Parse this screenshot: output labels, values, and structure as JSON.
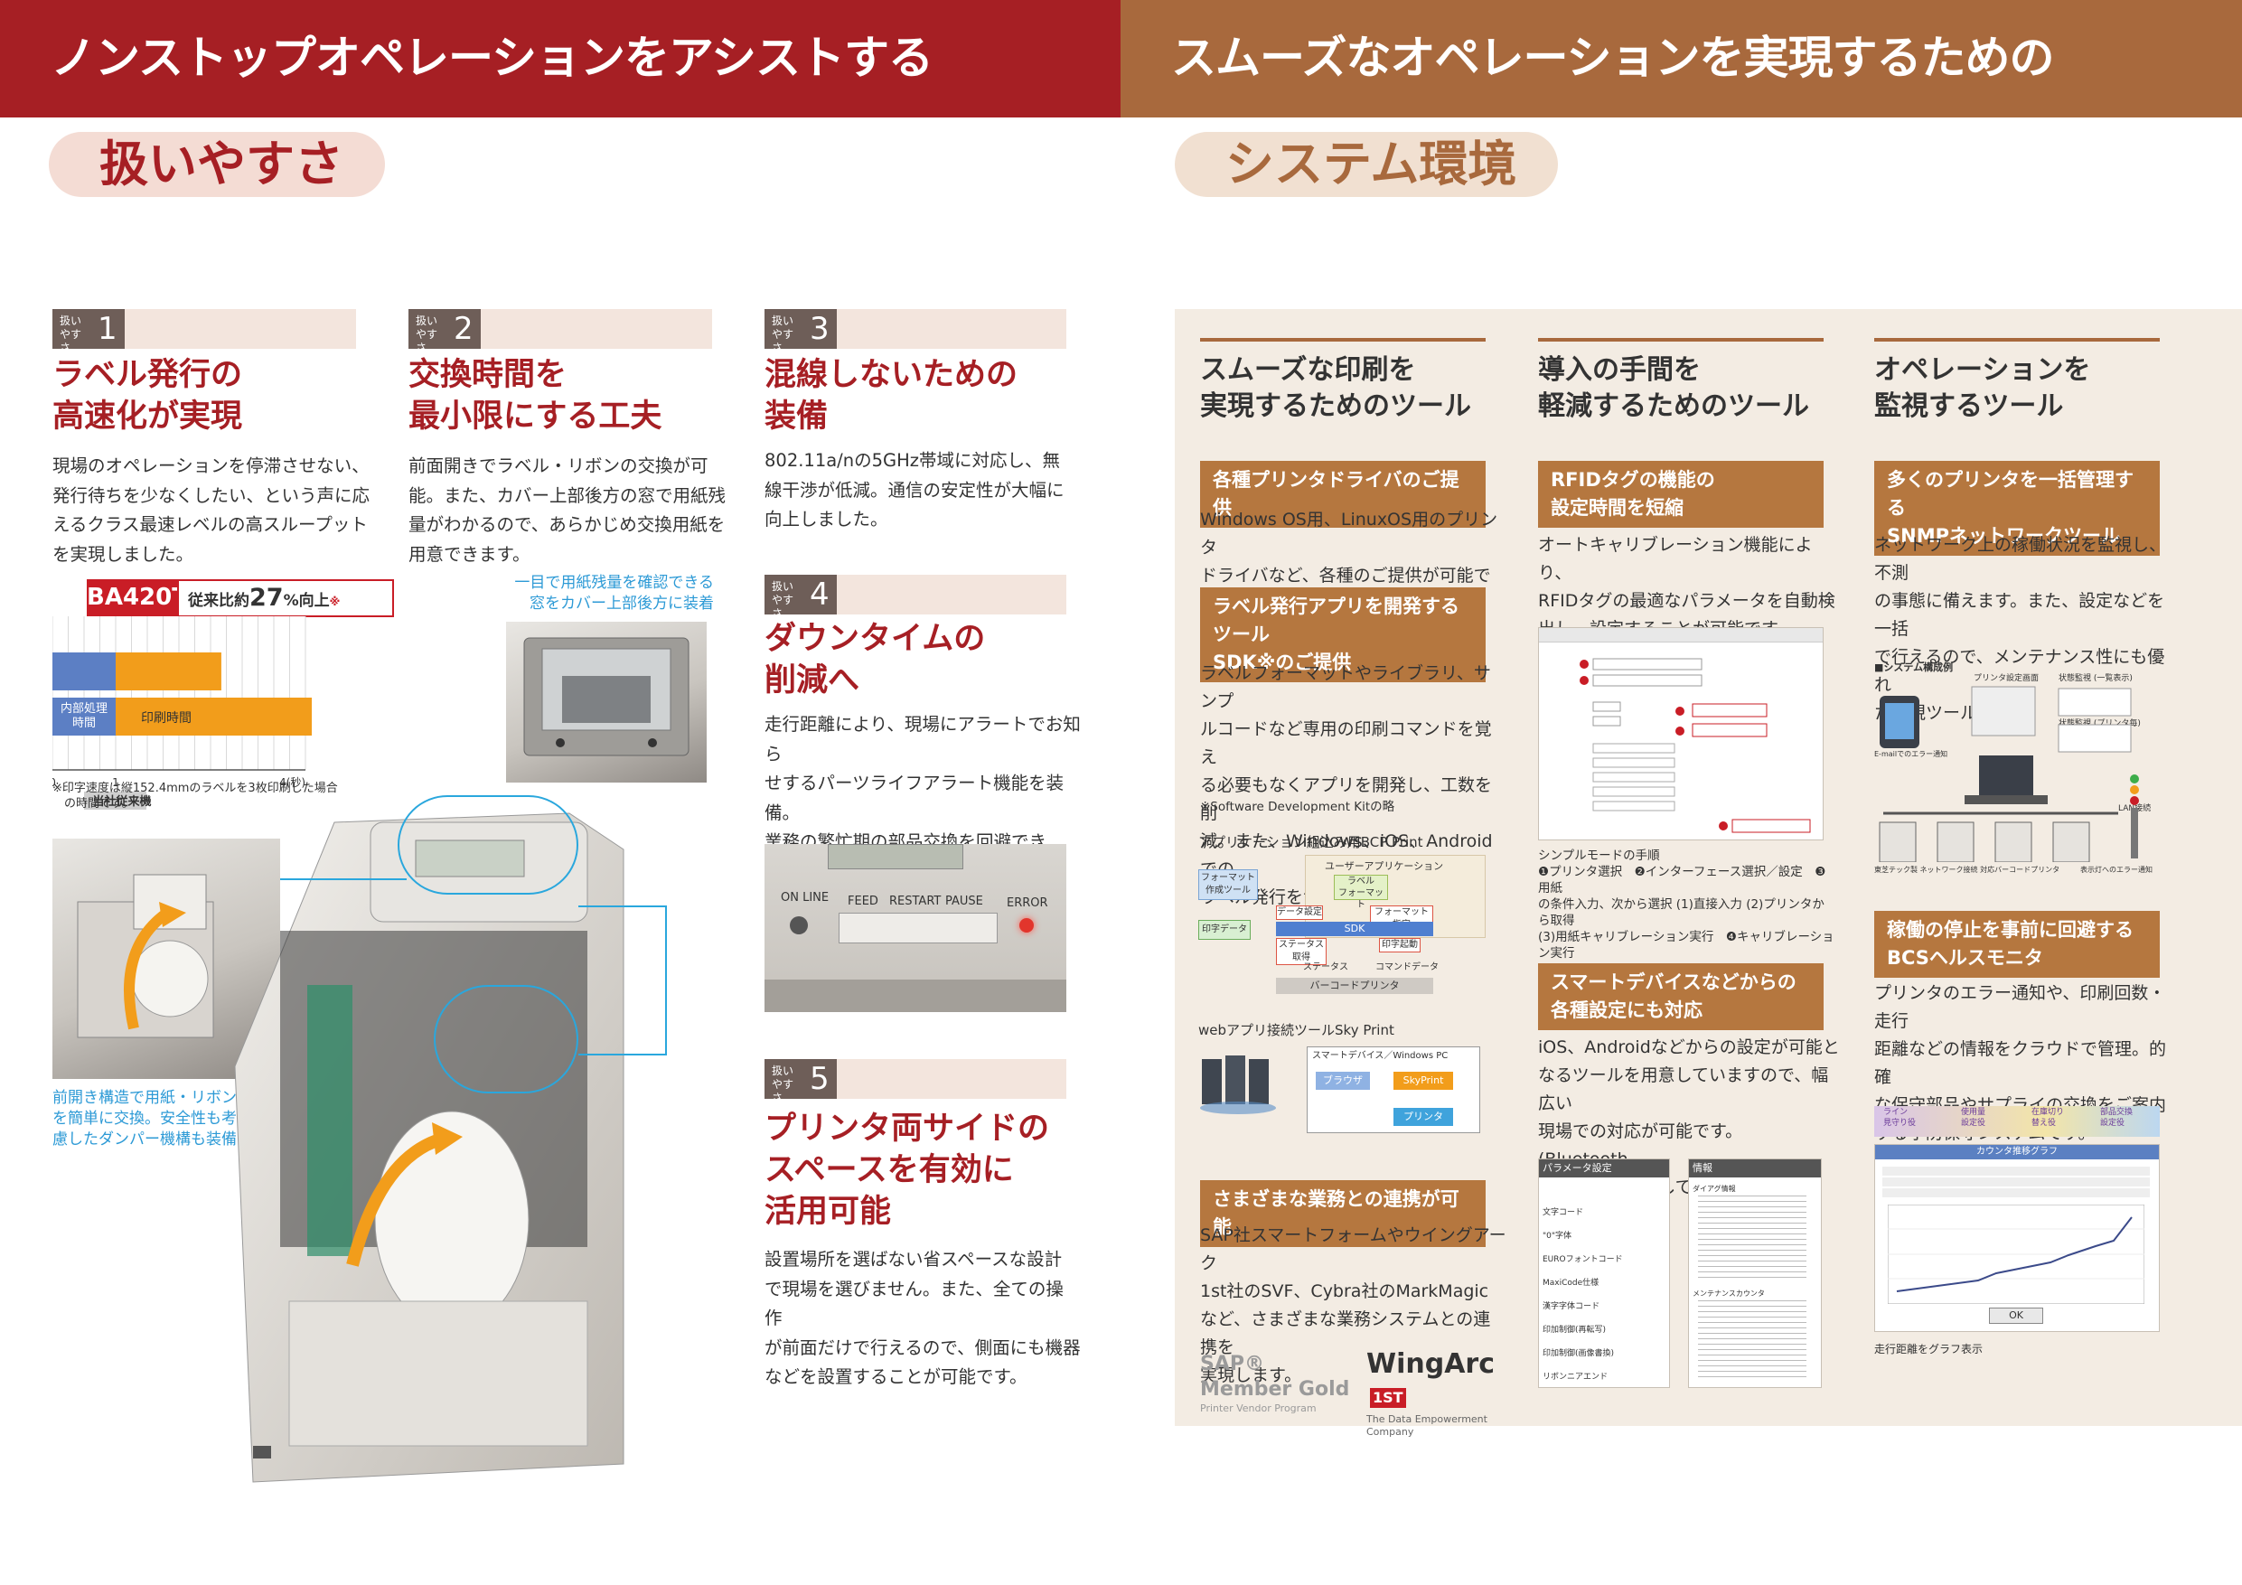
{
  "left": {
    "header": "ノンストップオペレーションをアシストする",
    "pill": "扱いやすさ",
    "tag_label": "扱い\nやすさ",
    "sections": [
      {
        "num": "1",
        "title": "ラベル発行の\n高速化が実現",
        "text": "現場のオペレーションを停滞させない、\n発行待ちを少なくしたい、という声に応\nえるクラス最速レベルの高スループット\nを実現しました。"
      },
      {
        "num": "2",
        "title": "交換時間を\n最小限にする工夫",
        "text": "前面開きでラベル・リボンの交換が可\n能。また、カバー上部後方の窓で用紙残\n量がわかるので、あらかじめ交換用紙を\n用意できます。"
      },
      {
        "num": "3",
        "title": "混線しないための\n装備",
        "text": "802.11a/nの5GHz帯域に対応し、無\n線干渉が低減。通信の安定性が大幅に\n向上しました。"
      },
      {
        "num": "4",
        "title": "ダウンタイムの\n削減へ",
        "text": "走行距離により、現場にアラートでお知ら\nせするパーツライフアラート機能を装備。\n業務の繁忙期の部品交換を回避でき、\nダウンタイムの短縮が可能です。"
      },
      {
        "num": "5",
        "title": "プリンタ両サイドの\nスペースを有効に\n活用可能",
        "text": "設置場所を選ばない省スペースな設計\nで現場を選びません。また、全ての操作\nが前面だけで行えるので、側面にも機器\nなどを設置することが可能です。"
      }
    ],
    "callout_window": "一目で用紙残量を確認できる\n窓をカバー上部後方に装着",
    "callout_front": "前開き構造で用紙・リボン\nを簡単に交換。安全性も考\n慮したダンパー機構も装備",
    "panel_labels": [
      "ON LINE",
      "FEED",
      "RESTART",
      "PAUSE",
      "ERROR"
    ]
  },
  "chart_data": {
    "type": "bar",
    "badge": "BA420T",
    "badge_text": "従来比約",
    "badge_value": "27",
    "badge_unit": "%向上",
    "badge_mark": "※",
    "categories": [
      "BA420T",
      "当社従来機"
    ],
    "series": [
      {
        "name": "内部処理\n時間",
        "values": [
          1.0,
          1.0
        ],
        "color": "#5c7fc4"
      },
      {
        "name": "印刷時間",
        "values": [
          1.67,
          3.1
        ],
        "color": "#f29d1b"
      }
    ],
    "xticks": [
      "0",
      "1",
      "4(秒)"
    ],
    "legacy_label": "当社従来機",
    "note": "※印字速度は縦152.4mmのラベルを3枚印刷した場合\n　の時間です。",
    "xlim": [
      0,
      4
    ]
  },
  "right": {
    "header": "スムーズなオペレーションを実現するための",
    "pill": "システム環境",
    "columns": [
      {
        "head": "スムーズな印刷を\n実現するためのツール",
        "blocks": [
          {
            "sub": "各種プリンタドライバのご提供",
            "text": "Windows OS用、LinuxOS用のプリンタ\nドライバなど、各種のご提供が可能です。"
          },
          {
            "sub": "ラベル発行アプリを開発するツール\nSDK※のご提供",
            "text": "ラベルフォーマットやライブラリ、サンプ\nルコードなど専用の印刷コマンドを覚え\nる必要もなくアプリを開発し、工数を削\n減。また、Windows、iOS、Androidでの\nラベル発行をサポートします。",
            "note": "※Software Development Kitの略"
          },
          {
            "sub": "さまざまな業務との連携が可能",
            "text": "SAP社スマートフォームやウイングアーク\n1st社のSVF、Cybra社のMarkMagic\nなど、さまざまな業務システムとの連携を\n実現します。"
          }
        ],
        "bcp_title": "アプリケーション組込み用BCP Print",
        "bcp_labels": [
          "フォーマット\n作成ツール",
          "ユーザーアプリケーション",
          "ラベル\nフォーマット",
          "データ設定",
          "フォーマット指定",
          "印字データ",
          "SDK",
          "ステータス取得",
          "印字起動",
          "ステータス",
          "コマンドデータ",
          "バーコードプリンタ"
        ],
        "sky_title": "webアプリ接続ツールSky Print",
        "sky_labels": [
          "スマートデバイス／Windows PC",
          "ブラウザ",
          "SkyPrint",
          "プリンタ"
        ],
        "logo_sap": "SAP® Member Gold",
        "logo_sap_sub": "Printer Vendor Program",
        "logo_wing": "WingArc",
        "logo_wing_st": "1ST",
        "logo_wing_sub": "The Data Empowerment Company"
      },
      {
        "head": "導入の手間を\n軽減するためのツール",
        "blocks": [
          {
            "sub": "RFIDタグの機能の\n設定時間を短縮",
            "text": "オートキャリブレーション機能により、\nRFIDタグの最適なパラメータを自動検\n出し、設定することが可能です。"
          },
          {
            "sub": "スマートデバイスなどからの\n各種設定にも対応",
            "text": "iOS、Androidなどからの設定が可能と\nなるツールを用意していますので、幅広い\n現場での対応が可能です。(Bluetooth、\n無線LANに対応しています)"
          }
        ],
        "rfid_caption": "シンプルモードの手順\n❶プリンタ選択　❷インターフェース選択／設定　❸用紙\nの条件入力、次から選択 (1)直接入力 (2)プリンタから取得\n(3)用紙キャリブレーション実行　❹キャリブレーション実行",
        "phone1_title": "パラメータ設定",
        "phone1_items": [
          "文字コード",
          "\"0\"字体",
          "EUROフォントコード",
          "MaxiCode仕様",
          "漢字字体コード",
          "印加制御(再転写)",
          "印加制御(画像書換)",
          "リボンニアエンド"
        ],
        "phone2_title": "情報",
        "phone2_items": [
          "ダイアグ情報",
          "メンテナンスカウンタ"
        ]
      },
      {
        "head": "オペレーションを\n監視するツール",
        "blocks": [
          {
            "sub": "多くのプリンタを一括管理する\nSNMPネットワークツール",
            "text": "ネットワーク上の稼働状況を監視し、不測\nの事態に備えます。また、設定などを一括\nで行えるので、メンテナンス性にも優れ\nた監視ツールです。"
          },
          {
            "sub": "稼働の停止を事前に回避する\nBCSヘルスモニタ",
            "text": "プリンタのエラー通知や、印刷回数・走行\n距離などの情報をクラウドで管理。的確\nな保守部品やサプライの交換をご案内\nする予防保守システムです。"
          }
        ],
        "snmp_title": "■システム構成例",
        "snmp_labels": [
          "プリンタ設定画面",
          "状態監視 (一覧表示)",
          "状態監視 (プリンタ毎)",
          "E-mailでのエラー通知",
          "LAN接続",
          "東芝テック製 ネットワーク接続 対応バーコードプリンタ",
          "表示灯へのエラー通知"
        ],
        "bcs_steps": [
          "ライン\n見守り役",
          "使用量\n設定役",
          "在庫切り\n替え役",
          "部品交換\n設定役"
        ],
        "graph_title": "カウンタ推移グラフ",
        "graph_ok": "OK",
        "graph_caption": "走行距離をグラフ表示"
      }
    ]
  }
}
